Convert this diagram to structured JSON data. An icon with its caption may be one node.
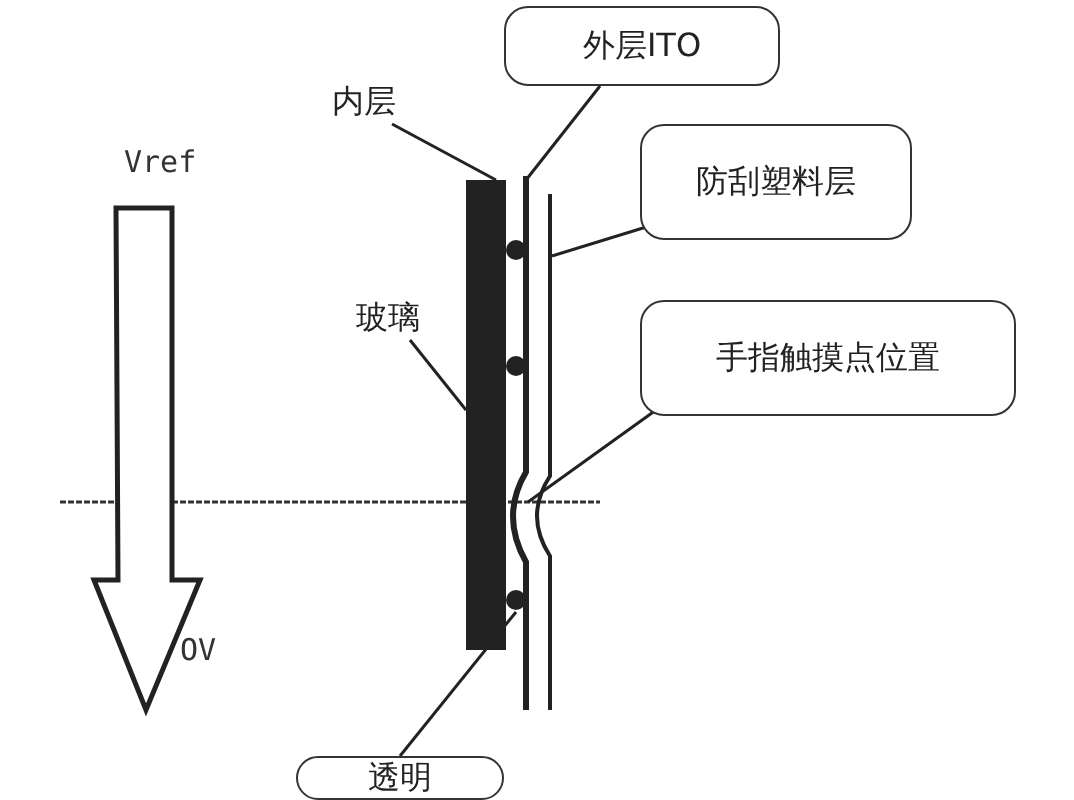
{
  "diagram": {
    "nodes": [
      {
        "text": [
          "外层ITO"
        ]
      },
      {
        "text": [
          "防刮塑料层"
        ]
      },
      {
        "text": [
          "手指触摸点位置"
        ]
      },
      {
        "text": [
          "内层"
        ]
      },
      {
        "text": [
          "玻璃"
        ]
      },
      {
        "text": [
          "透明"
        ]
      },
      {
        "text": [],
        "shape": "bar"
      },
      {
        "text": [],
        "shape": "line"
      },
      {
        "text": [],
        "shape": "line"
      },
      {
        "text": [],
        "shape": "circle"
      }
    ],
    "edges": [
      {
        "from": 0,
        "to": 7,
        "arrow": "none"
      },
      {
        "from": 1,
        "to": 8,
        "arrow": "none"
      },
      {
        "from": 2,
        "to": 7,
        "arrow": "none"
      },
      {
        "from": 3,
        "to": 6,
        "arrow": "none"
      },
      {
        "from": 4,
        "to": 6,
        "arrow": "none"
      },
      {
        "from": 5,
        "to": 9,
        "arrow": "none"
      }
    ],
    "labels": [
      "Vref",
      "OV"
    ]
  }
}
